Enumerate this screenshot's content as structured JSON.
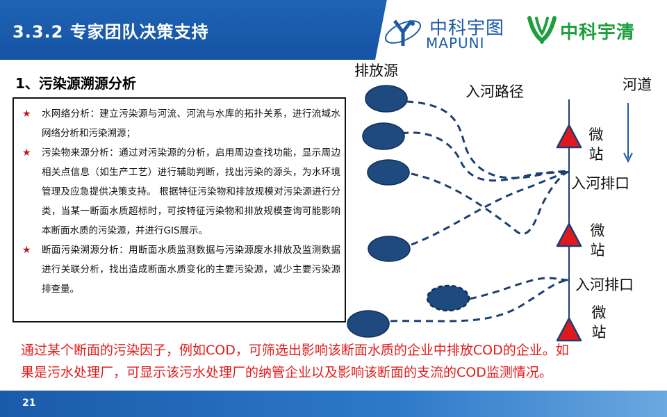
{
  "header": {
    "title": "3.3.2 专家团队决策支持",
    "logo_left_cn": "中科宇图",
    "logo_left_en": "MAPUNI",
    "logo_right_cn": "中科宇清"
  },
  "section": {
    "title": "1、污染源溯源分析"
  },
  "bullets": [
    {
      "star": "★",
      "text": "水网络分析：建立污染源与河流、河流与水库的拓扑关系，进行流域水网络分析和污染溯源；"
    },
    {
      "star": "★",
      "text": "污染物来源分析：通过对污染源的分析，启用周边查找功能，显示周边相关点信息（如生产工艺）进行辅助判断，找出污染的源头，为水环境管理及应急提供决策支持。 根据特征污染物和排放规模对污染源进行分类，当某一断面水质超标时，可按特征污染物和排放规模查询可能影响本断面水质的污染源，并进行GIS展示。"
    },
    {
      "star": "★",
      "text": "断面污染溯源分析：用断面水质监测数据与污染源废水排放及监测数据进行关联分析，找出造成断面水质变化的主要污染源，减少主要污染源排查量。"
    }
  ],
  "diagram": {
    "label_source": "排放源",
    "label_path": "入河路径",
    "label_river": "河道",
    "label_station_1": "微站",
    "label_outfall_1": "入河排口",
    "label_station_2": "微站",
    "label_outfall_2": "入河排口",
    "label_station_3": "微站",
    "colors": {
      "source_fill": "#1e4a7f",
      "triangle_fill": "#e0191e",
      "path_stroke": "#1b3f73"
    }
  },
  "note": {
    "line1": "通过某个断面的污染因子，例如COD，可筛选出影响该断面水质的企业中排放COD的企业。如",
    "line2": "果是污水处理厂，可显示该污水处理厂的纳管企业以及影响该断面的支流的COD监测情况。"
  },
  "footer": {
    "page_number": "21"
  }
}
